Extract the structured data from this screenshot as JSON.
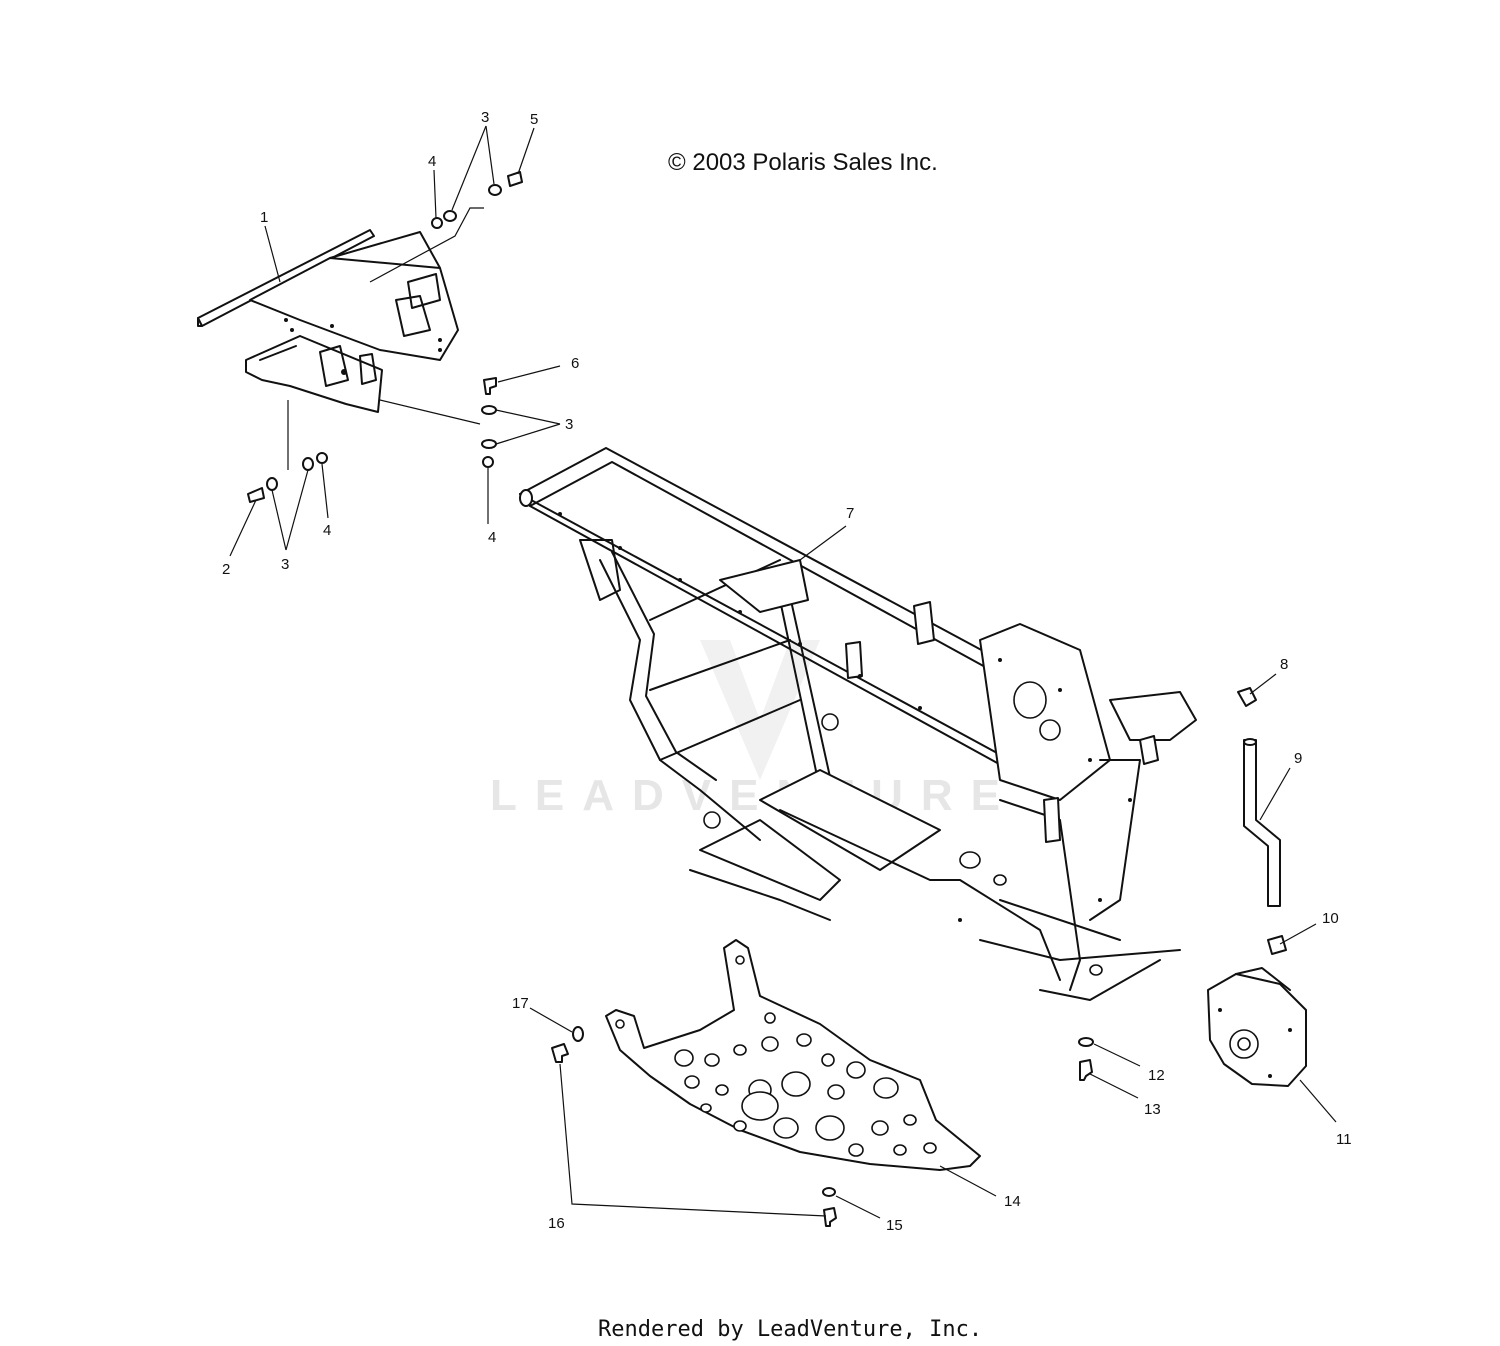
{
  "copyright": "© 2003 Polaris Sales Inc.",
  "footer": "Rendered by LeadVenture, Inc.",
  "watermark": "LEADVENTURE",
  "callouts": [
    {
      "id": "c1",
      "text": "1"
    },
    {
      "id": "c2",
      "text": "2"
    },
    {
      "id": "c3a",
      "text": "3"
    },
    {
      "id": "c3b",
      "text": "3"
    },
    {
      "id": "c3c",
      "text": "3"
    },
    {
      "id": "c4a",
      "text": "4"
    },
    {
      "id": "c4b",
      "text": "4"
    },
    {
      "id": "c4c",
      "text": "4"
    },
    {
      "id": "c5",
      "text": "5"
    },
    {
      "id": "c6",
      "text": "6"
    },
    {
      "id": "c7",
      "text": "7"
    },
    {
      "id": "c8",
      "text": "8"
    },
    {
      "id": "c9",
      "text": "9"
    },
    {
      "id": "c10",
      "text": "10"
    },
    {
      "id": "c11",
      "text": "11"
    },
    {
      "id": "c12",
      "text": "12"
    },
    {
      "id": "c13",
      "text": "13"
    },
    {
      "id": "c14",
      "text": "14"
    },
    {
      "id": "c15",
      "text": "15"
    },
    {
      "id": "c16",
      "text": "16"
    },
    {
      "id": "c17",
      "text": "17"
    }
  ]
}
